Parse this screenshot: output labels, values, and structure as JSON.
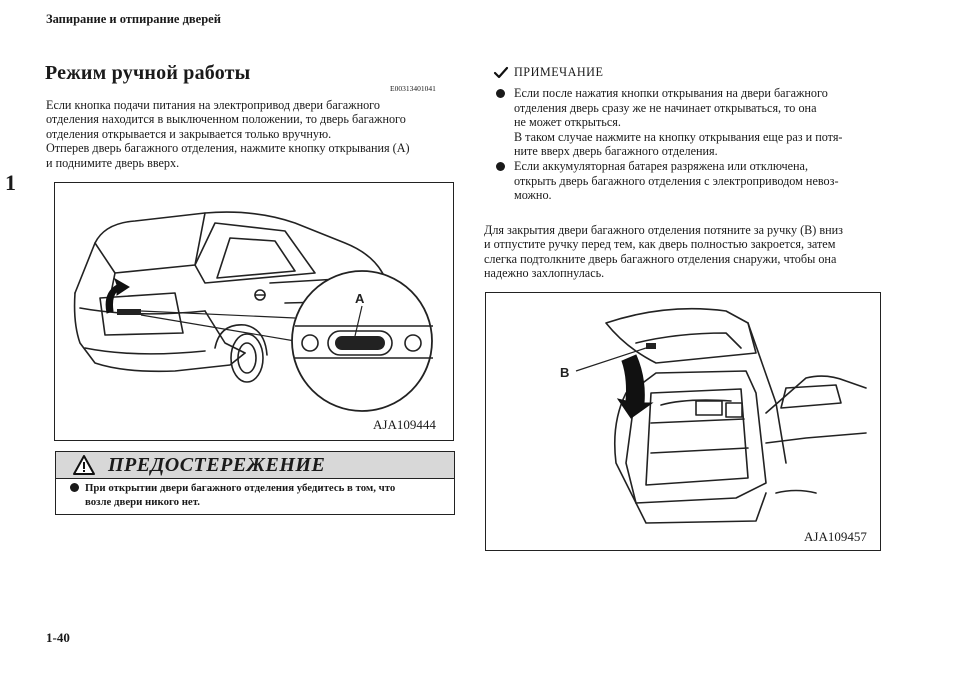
{
  "header": {
    "section": "Запирание и отпирание дверей"
  },
  "chapter_marker": "1",
  "title": "Режим ручной работы",
  "doc_code": "E00313401041",
  "left_paragraph": [
    "Если кнопка подачи питания на электропривод двери багажного",
    "отделения находится в выключенном положении, то дверь багажного",
    "отделения открывается и закрывается только вручную.",
    "Отперев дверь багажного отделения, нажмите кнопку открывания (A)",
    "и поднимите дверь вверх."
  ],
  "figure1": {
    "code": "AJA109444",
    "callout": "A"
  },
  "warning": {
    "title": "ПРЕДОСТЕРЕЖЕНИЕ",
    "lines": [
      "При открытии двери багажного отделения убедитесь в том, что",
      "возле двери никого нет."
    ]
  },
  "note": {
    "title": "ПРИМЕЧАНИЕ",
    "items": [
      [
        "Если после нажатия кнопки открывания на двери багажного",
        "отделения дверь сразу же не начинает открываться, то она",
        "не может открыться.",
        "В таком случае нажмите на кнопку открывания еще раз и потя-",
        "ните вверх дверь багажного отделения."
      ],
      [
        "Если аккумуляторная батарея разряжена или отключена,",
        "открыть дверь багажного отделения с электроприводом невоз-",
        "можно."
      ]
    ]
  },
  "right_paragraph": [
    "Для закрытия двери багажного отделения потяните за ручку (B) вниз",
    "и отпустите ручку перед тем, как дверь полностью закроется, затем",
    "слегка подтолкните дверь багажного отделения снаружи, чтобы она",
    "надежно захлопнулась."
  ],
  "figure2": {
    "code": "AJA109457",
    "callout": "B"
  },
  "page_number": "1-40"
}
